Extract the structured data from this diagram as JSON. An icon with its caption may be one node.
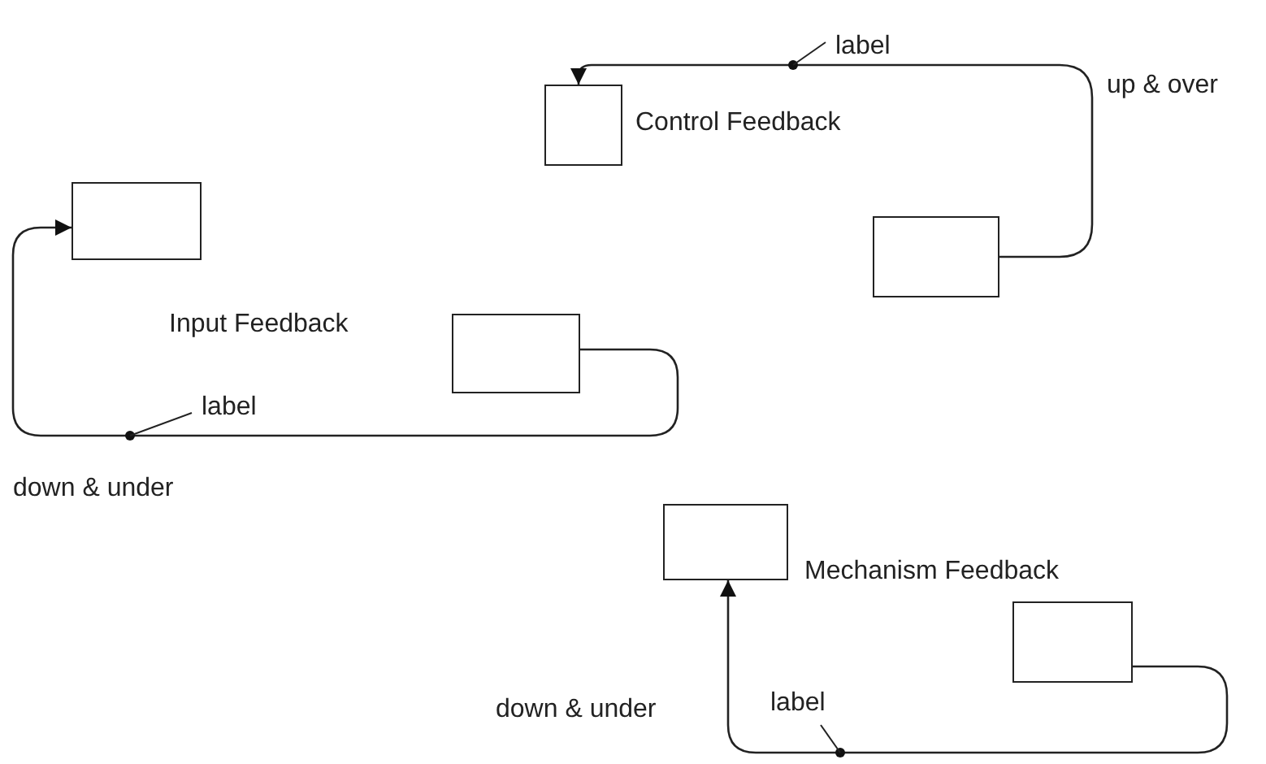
{
  "diagram": {
    "nodes": [
      {
        "text": [],
        "shape": "box"
      },
      {
        "text": [],
        "shape": "box"
      },
      {
        "text": [],
        "shape": "box"
      },
      {
        "text": [],
        "shape": "box"
      },
      {
        "text": [],
        "shape": "box"
      },
      {
        "text": [],
        "shape": "box"
      }
    ],
    "edges": [
      {
        "from": 1,
        "to": 0,
        "arrow": "to",
        "label": "label"
      },
      {
        "from": 3,
        "to": 2,
        "arrow": "to",
        "label": "label"
      },
      {
        "from": 5,
        "to": 4,
        "arrow": "to",
        "label": "label"
      }
    ],
    "labels": [
      "up & over",
      "Control Feedback",
      "Input Feedback",
      "down & under",
      "Mechanism Feedback",
      "down & under"
    ]
  }
}
